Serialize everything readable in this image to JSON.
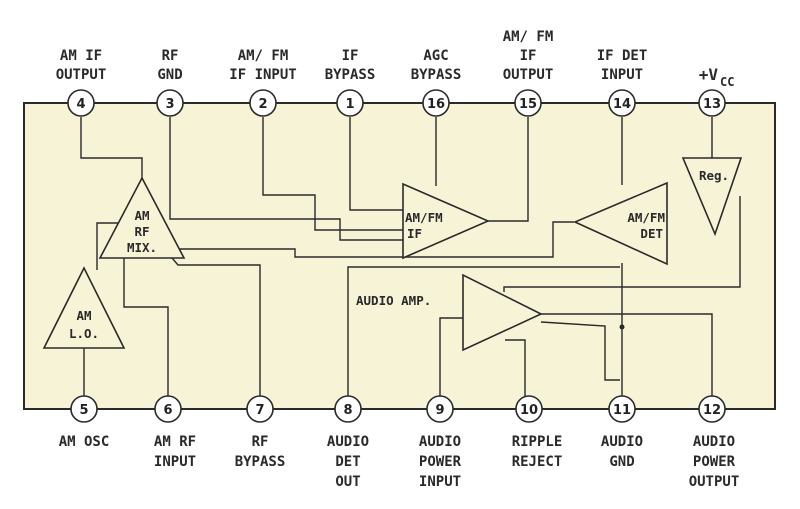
{
  "package": {
    "body_color": "#f7f3d7",
    "line_color": "#2a2a2a",
    "background": "#ffffff"
  },
  "top_pins": [
    {
      "num": "4",
      "label": [
        "AM IF",
        "OUTPUT"
      ]
    },
    {
      "num": "3",
      "label": [
        "RF",
        "GND"
      ]
    },
    {
      "num": "2",
      "label": [
        "AM/ FM",
        "IF INPUT"
      ]
    },
    {
      "num": "1",
      "label": [
        "IF",
        "BYPASS"
      ]
    },
    {
      "num": "16",
      "label": [
        "AGC",
        "BYPASS"
      ]
    },
    {
      "num": "15",
      "label": [
        "AM/ FM",
        "IF",
        "OUTPUT"
      ]
    },
    {
      "num": "14",
      "label": [
        "IF DET",
        "INPUT"
      ]
    },
    {
      "num": "13",
      "label": [
        "+V",
        "CC"
      ]
    }
  ],
  "bottom_pins": [
    {
      "num": "5",
      "label": [
        "AM OSC"
      ]
    },
    {
      "num": "6",
      "label": [
        "AM RF",
        "INPUT"
      ]
    },
    {
      "num": "7",
      "label": [
        "RF",
        "BYPASS"
      ]
    },
    {
      "num": "8",
      "label": [
        "AUDIO",
        "DET",
        "OUT"
      ]
    },
    {
      "num": "9",
      "label": [
        "AUDIO",
        "POWER",
        "INPUT"
      ]
    },
    {
      "num": "10",
      "label": [
        "RIPPLE",
        "REJECT"
      ]
    },
    {
      "num": "11",
      "label": [
        "AUDIO",
        "GND"
      ]
    },
    {
      "num": "12",
      "label": [
        "AUDIO",
        "POWER",
        "OUTPUT"
      ]
    }
  ],
  "blocks": {
    "rf_mix": [
      "AM",
      "RF",
      "MIX."
    ],
    "lo": [
      "AM",
      "L.O."
    ],
    "if_amp": [
      "AM/FM",
      "IF"
    ],
    "det": [
      "AM/FM",
      "DET"
    ],
    "reg": [
      "Reg."
    ],
    "audio_amp": "AUDIO AMP."
  }
}
